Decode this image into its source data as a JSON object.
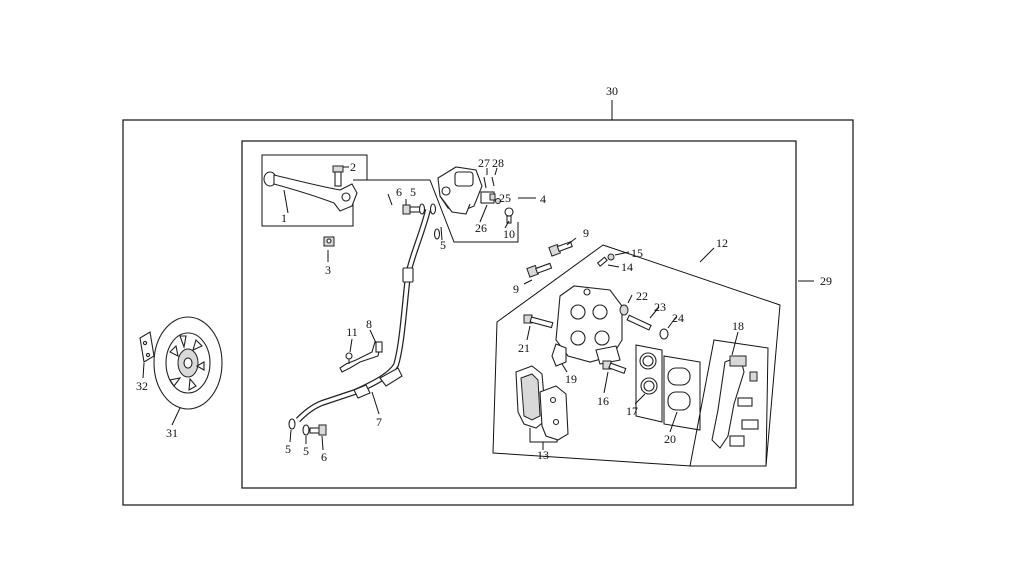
{
  "diagram": {
    "callouts": {
      "p1": "1",
      "p2": "2",
      "p3": "3",
      "p4": "4",
      "p5a": "5",
      "p5b": "5",
      "p5c": "5",
      "p6a": "6",
      "p6b": "6",
      "p7": "7",
      "p8": "8",
      "p9a": "9",
      "p9b": "9",
      "p10": "10",
      "p11": "11",
      "p12": "12",
      "p13": "13",
      "p14": "14",
      "p15": "15",
      "p16": "16",
      "p17": "17",
      "p18": "18",
      "p19": "19",
      "p20": "20",
      "p21": "21",
      "p22": "22",
      "p23": "23",
      "p24": "24",
      "p25": "25",
      "p26": "26",
      "p27": "27",
      "p28": "28",
      "p29": "29",
      "p30": "30",
      "p31": "31",
      "p32": "32"
    }
  }
}
